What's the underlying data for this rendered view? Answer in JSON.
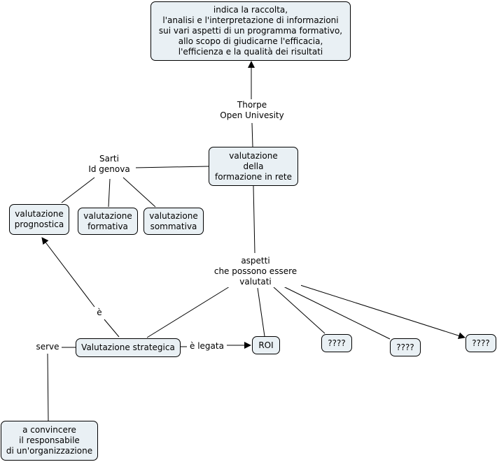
{
  "concepts": {
    "definition": "indica la raccolta,\nl'analisi e l'interpretazione di informazioni\nsui vari aspetti di un programma formativo,\nallo scopo di giudicarne l'efficacia,\nl'efficienza e la qualità dei risultati",
    "main": "valutazione\ndella\nformazione in rete",
    "prognostica": "valutazione\nprognostica",
    "formativa": "valutazione\nformativa",
    "sommativa": "valutazione\nsommativa",
    "strategica": "Valutazione strategica",
    "roi": "ROI",
    "unknown1": "????",
    "unknown2": "????",
    "unknown3": "????",
    "convincere": "a convincere\nil responsabile\ndi un'organizzazione"
  },
  "linking_phrases": {
    "thorpe": "Thorpe\nOpen Univesity",
    "sarti": "Sarti\nId genova",
    "aspetti": "aspetti\nche possono essere\nvalutati",
    "e": "è",
    "e_legata": "è legata",
    "serve": "serve"
  },
  "colors": {
    "node_fill": "#e9f0f4",
    "stroke": "#000000"
  }
}
